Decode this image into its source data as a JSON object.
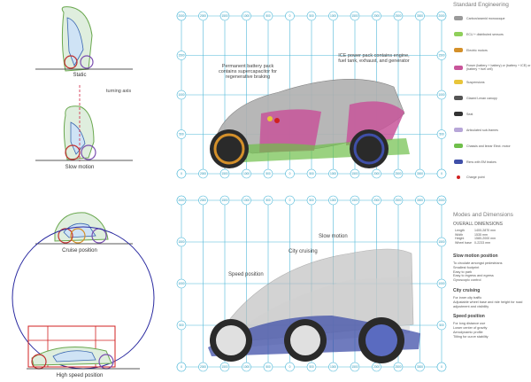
{
  "left_panel": {
    "captions": [
      "Static",
      "Slow motion",
      "Cruise position",
      "High speed position"
    ],
    "turning_axis_label": "turning axis"
  },
  "top_diagram": {
    "annotation_battery": "Permanent battery pack contains supercapacitor for regenerative braking",
    "annotation_ice": "ICE power pack contains engine, fuel tank, exhaust, and generator",
    "grid_x_labels": [
      "2500",
      "2000",
      "1500",
      "1000",
      "500",
      "0",
      "500",
      "1000",
      "1500",
      "2000",
      "2500",
      "3000",
      "3500"
    ],
    "grid_y_labels": [
      "2000",
      "1500",
      "1000",
      "500",
      "0"
    ]
  },
  "bottom_diagram": {
    "label_slow": "Slow motion",
    "label_city": "City cruising",
    "label_speed": "Speed position",
    "grid_x_labels": [
      "2500",
      "2000",
      "1500",
      "1000",
      "500",
      "0",
      "500",
      "1000",
      "1500",
      "2000",
      "2500",
      "3000",
      "3500"
    ],
    "grid_y_labels": [
      "2000",
      "1500",
      "1000",
      "500",
      "0"
    ]
  },
  "legend": {
    "title": "Standard Engineering",
    "items": [
      {
        "label": "Carbon/aramid monocoque",
        "color": "#9a9a9a"
      },
      {
        "label": "ECU + distributed sensors",
        "color": "#8fcf5a"
      },
      {
        "label": "Electric motors",
        "color": "#d4902a"
      },
      {
        "label": "Power            (battery + battery) or (battery + ICE) or (battery + fuel cell)",
        "color": "#c8559a"
      },
      {
        "label": "Suspensions",
        "color": "#e8c53a"
      },
      {
        "label": "Glazed Lexan canopy",
        "color": "#555555"
      },
      {
        "label": "Seat",
        "color": "#333333"
      },
      {
        "label": "Articulated sub-frames",
        "color": "#b7a6d8"
      },
      {
        "label": "Chassis and linear Elect. motor",
        "color": "#6fbf4a"
      },
      {
        "label": "Rims with EM brakes",
        "color": "#3f4fa8"
      },
      {
        "label": "Charge point",
        "color": "#d02020"
      }
    ]
  },
  "modes": {
    "title": "Modes and Dimensions",
    "overall_title": "OVERALL DIMENSIONS",
    "dims": [
      {
        "k": "Length",
        "v": "1400-2870 mm"
      },
      {
        "k": "Width",
        "v": "1535 mm"
      },
      {
        "k": "Height",
        "v": "1580-2000 mm"
      },
      {
        "k": "Wheel base",
        "v": "0-2233 mm"
      }
    ],
    "sections": [
      {
        "title": "Slow motion position",
        "lines": [
          "To circulate amongst pedestrians",
          "Smallest footprint",
          "Easy to park",
          "Easy to ingress and egress",
          "Gyroscopic control"
        ]
      },
      {
        "title": "City cruising",
        "lines": [
          "For inner city traffic",
          "Adjustable wheel base and ride height for road adjustment and visibility"
        ]
      },
      {
        "title": "Speed position",
        "lines": [
          "For long distance use",
          "Lower center of gravity",
          "Aerodynamic profile",
          "Tilting for curve stability"
        ]
      }
    ]
  }
}
